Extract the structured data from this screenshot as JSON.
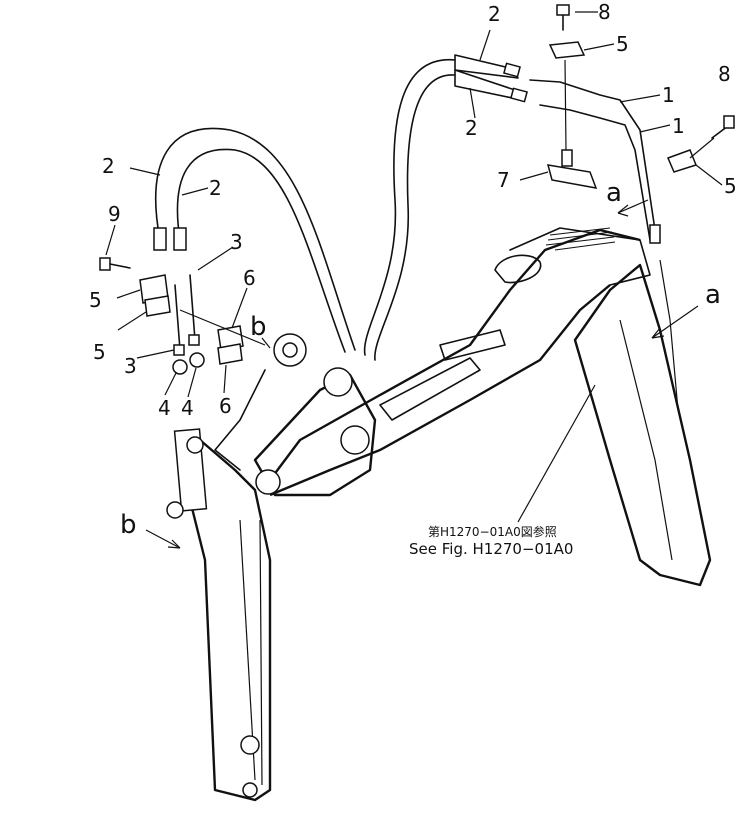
{
  "diagram": {
    "part_labels": {
      "p1a": "1",
      "p1b": "1",
      "p2a": "2",
      "p2b": "2",
      "p2c": "2",
      "p2d": "2",
      "p3a": "3",
      "p3b": "3",
      "p4a": "4",
      "p4b": "4",
      "p5a": "5",
      "p5b": "5",
      "p5c": "5",
      "p5d": "5",
      "p6a": "6",
      "p6b": "6",
      "p7": "7",
      "p8a": "8",
      "p8b": "8",
      "p9": "9"
    },
    "section_labels": {
      "a1": "a",
      "a2": "a",
      "b1": "b",
      "b2": "b"
    },
    "reference_note": {
      "japanese": "第H1270−01A0図参照",
      "english": "See Fig. H1270−01A0"
    }
  }
}
